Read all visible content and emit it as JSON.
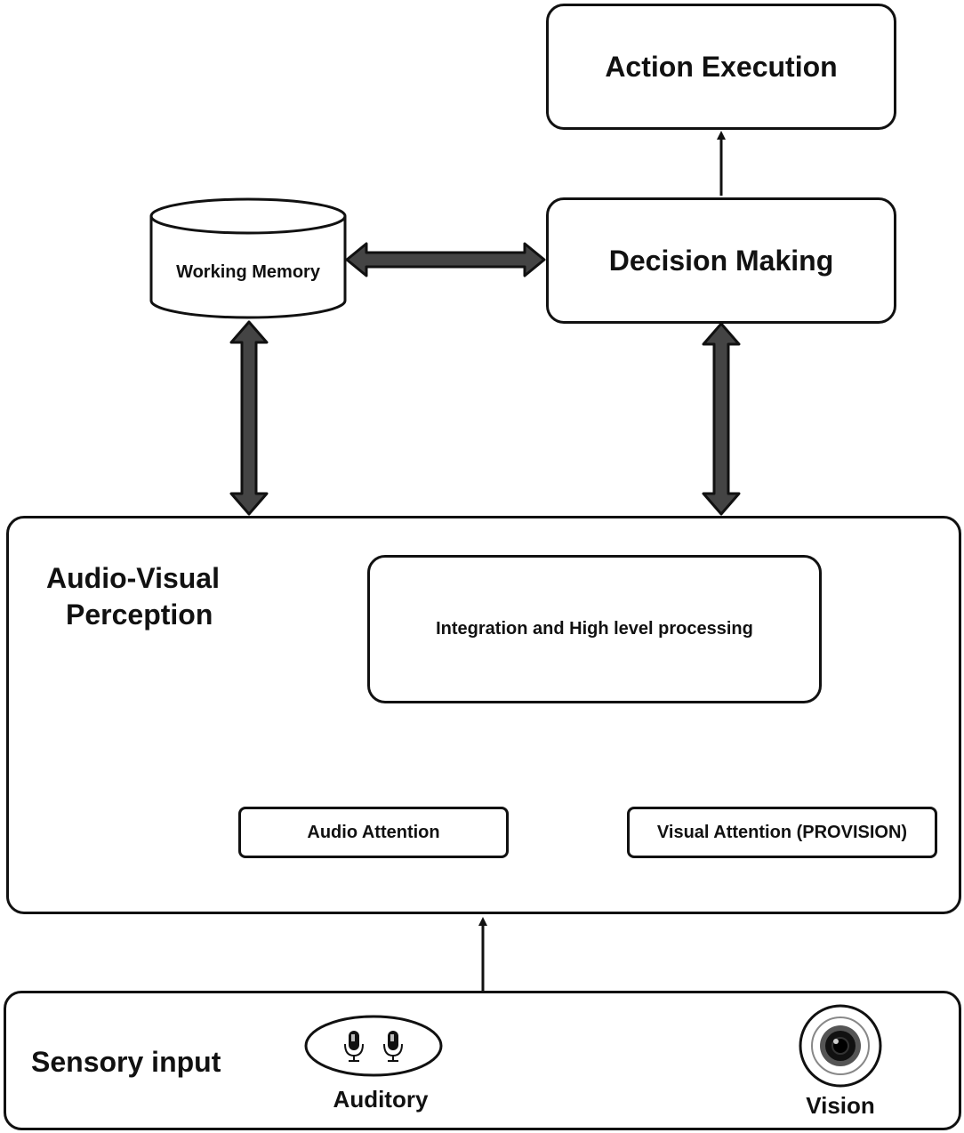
{
  "nodes": {
    "action_execution": "Action Execution",
    "decision_making": "Decision Making",
    "working_memory": "Working Memory",
    "perception_line1": "Audio-Visual",
    "perception_line2": "Perception",
    "integration": "Integration and High level processing",
    "audio_attention": "Audio Attention",
    "visual_attention": "Visual Attention (PROVISION)",
    "sensory_input": "Sensory input",
    "auditory": "Auditory",
    "vision": "Vision"
  },
  "icons": {
    "microphone": "microphone-icon",
    "camera": "camera-lens-icon"
  },
  "colors": {
    "stroke": "#111111",
    "thick_arrow_fill": "#444444",
    "background": "#ffffff"
  }
}
